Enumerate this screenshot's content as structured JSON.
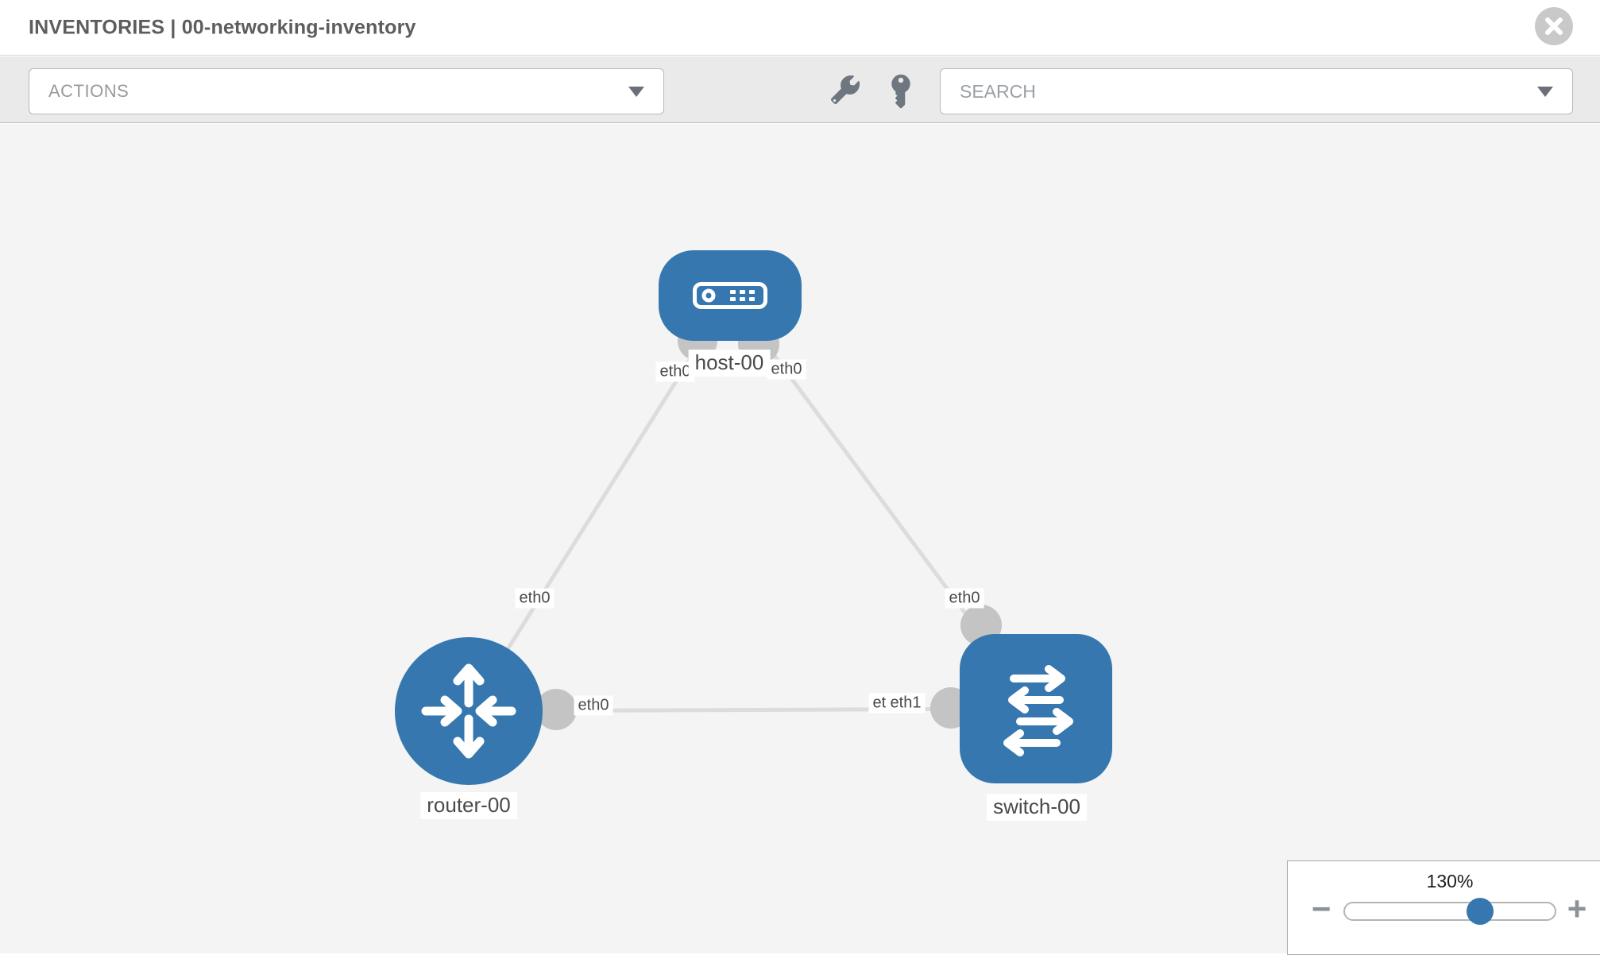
{
  "header": {
    "title": "INVENTORIES | 00-networking-inventory"
  },
  "toolbar": {
    "actions_label": "ACTIONS",
    "search_placeholder": "SEARCH"
  },
  "topology": {
    "nodes": [
      {
        "label": "host-00",
        "type": "host"
      },
      {
        "label": "router-00",
        "type": "router"
      },
      {
        "label": "switch-00",
        "type": "switch"
      }
    ],
    "links": [
      {
        "source": "host-00",
        "target": "router-00",
        "source_label": "eth0",
        "target_label": "eth0"
      },
      {
        "source": "host-00",
        "target": "switch-00",
        "source_label": "eth0",
        "target_label": "eth0"
      },
      {
        "source": "router-00",
        "target": "switch-00",
        "source_label": "eth0",
        "target_label": "eth1",
        "target_label_under": "eth0"
      }
    ]
  },
  "zoom": {
    "level": "130%",
    "minus_label": "−",
    "plus_label": "+"
  },
  "colors": {
    "node_blue": "#3577ae",
    "link_gray": "#dcdcdc",
    "connector_gray": "#c4c4c4",
    "icon_slate": "#6e7680"
  }
}
